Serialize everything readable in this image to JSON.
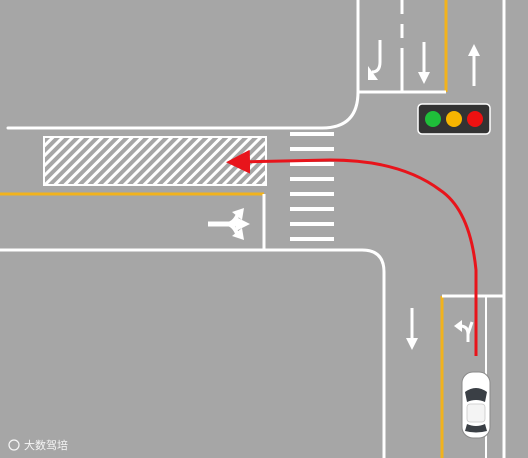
{
  "diagram": {
    "description_type": "intersection-left-turn",
    "traffic_light": {
      "lamps": [
        {
          "name": "green",
          "color": "#1fbf3a"
        },
        {
          "name": "yellow",
          "color": "#f7b500"
        },
        {
          "name": "red",
          "color": "#ee1111"
        }
      ]
    },
    "colors": {
      "road": "#a6a6a6",
      "lane_marking": "#ffffff",
      "center_line": "#f2b31c",
      "path": "#e8141b",
      "housing": "#333333"
    },
    "lane_arrows": [
      {
        "name": "turn-left-uturn-arrow-north-road",
        "direction": "down",
        "shape": "left-turn"
      },
      {
        "name": "straight-arrow-north-road-down",
        "direction": "down",
        "shape": "straight"
      },
      {
        "name": "straight-arrow-north-road-up",
        "direction": "up",
        "shape": "straight"
      },
      {
        "name": "left-turn-arrow-west-road",
        "direction": "right",
        "shape": "fork"
      },
      {
        "name": "straight-arrow-south-road-down",
        "direction": "down",
        "shape": "straight"
      },
      {
        "name": "left-turn-arrow-south-road",
        "direction": "up",
        "shape": "left-turn"
      }
    ],
    "vehicle": {
      "type": "car",
      "color": "#ffffff",
      "heading": "north"
    }
  },
  "watermark": {
    "text": "大数驾培"
  }
}
